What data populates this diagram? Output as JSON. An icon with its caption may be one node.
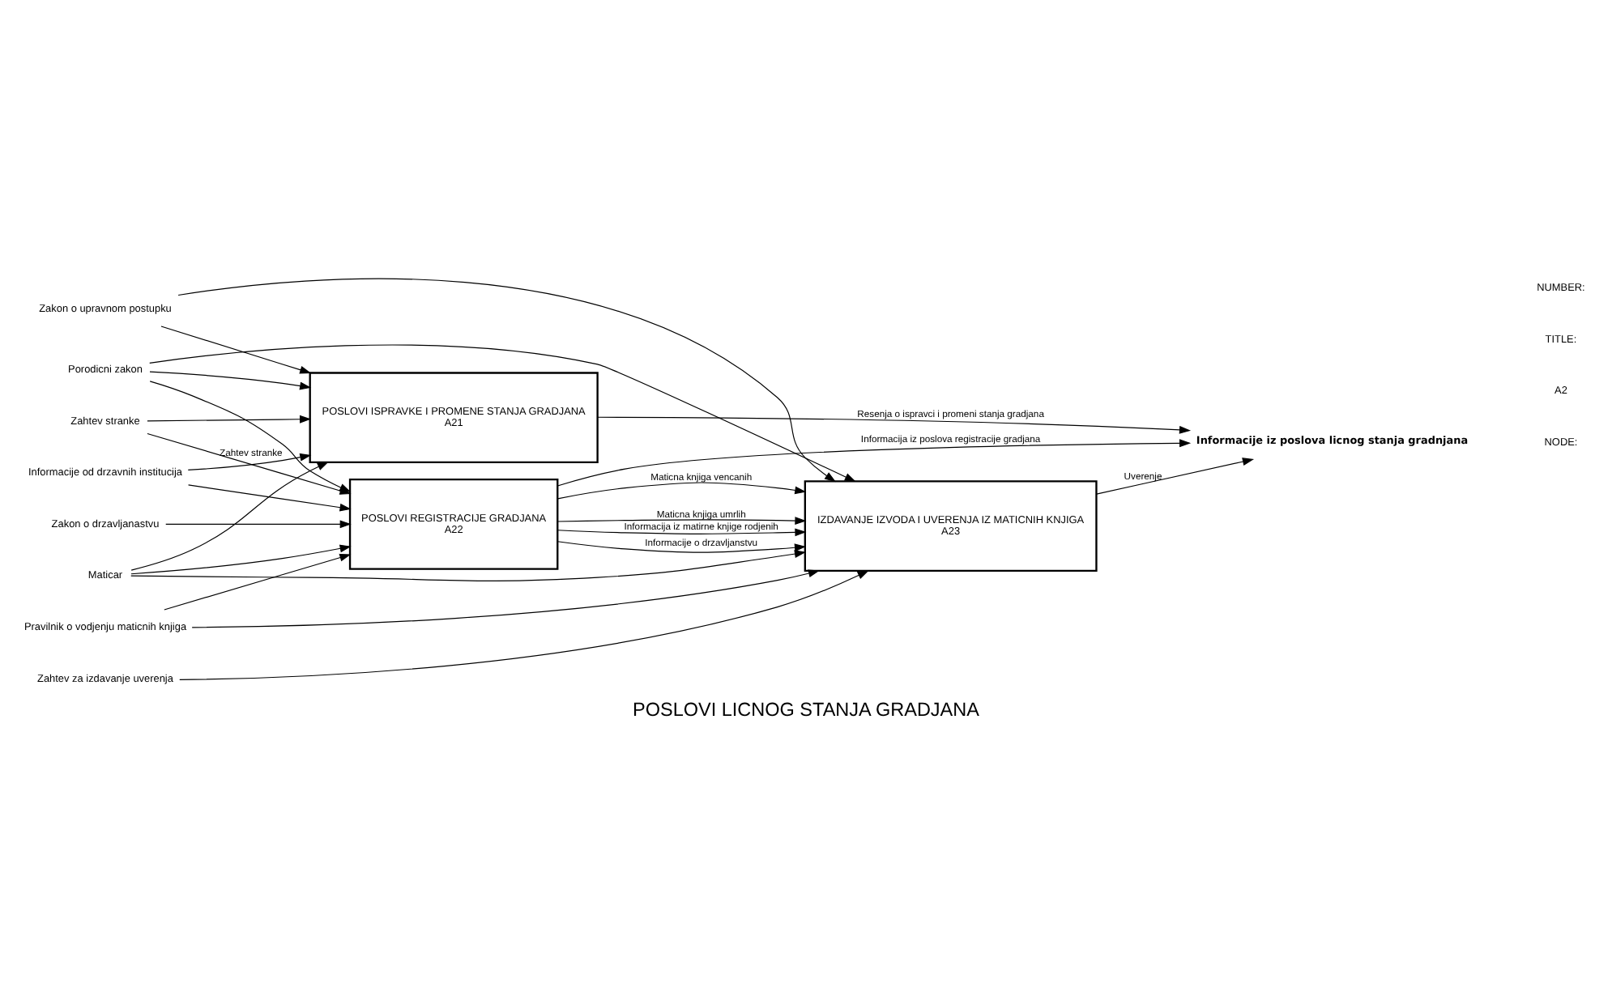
{
  "diagram": {
    "title": "POSLOVI LICNOG STANJA GRADJANA",
    "nodes": [
      {
        "text": [
          "POSLOVI ISPRAVKE I PROMENE STANJA GRADJANA",
          "A21"
        ]
      },
      {
        "text": [
          "POSLOVI REGISTRACIJE GRADJANA",
          "A22"
        ]
      },
      {
        "text": [
          "IZDAVANJE IZVODA I UVERENJA IZ MATICNIH KNJIGA",
          "A23"
        ]
      },
      {
        "text": [
          "Zakon o upravnom postupku"
        ]
      },
      {
        "text": [
          "Porodicni zakon"
        ]
      },
      {
        "text": [
          "Zakon o drzavljanastvu"
        ]
      },
      {
        "text": [
          "Pravilnik o vodjenju maticnih knjiga"
        ]
      },
      {
        "text": [
          "Zahtev stranke"
        ]
      },
      {
        "text": [
          "Informacije od drzavnih institucija"
        ]
      },
      {
        "text": [
          "Zahtev za izdavanje uverenja"
        ]
      },
      {
        "text": [
          "Maticar"
        ]
      },
      {
        "text": [
          "Informacije iz poslova licnog stanja gradnjana"
        ]
      }
    ],
    "edges": [
      {
        "from": 3,
        "to": 0,
        "arrow": "to"
      },
      {
        "from": 3,
        "to": 2,
        "arrow": "to"
      },
      {
        "from": 4,
        "to": 0,
        "arrow": "to"
      },
      {
        "from": 4,
        "to": 1,
        "arrow": "to"
      },
      {
        "from": 4,
        "to": 2,
        "arrow": "to"
      },
      {
        "from": 5,
        "to": 1,
        "arrow": "to"
      },
      {
        "from": 6,
        "to": 1,
        "arrow": "to"
      },
      {
        "from": 6,
        "to": 2,
        "arrow": "to"
      },
      {
        "from": 7,
        "to": 0,
        "arrow": "to"
      },
      {
        "from": 7,
        "to": 1,
        "arrow": "to",
        "label": "Zahtev stranke"
      },
      {
        "from": 8,
        "to": 0,
        "arrow": "to"
      },
      {
        "from": 8,
        "to": 1,
        "arrow": "to"
      },
      {
        "from": 9,
        "to": 2,
        "arrow": "to"
      },
      {
        "from": 10,
        "to": 0,
        "arrow": "to"
      },
      {
        "from": 10,
        "to": 1,
        "arrow": "to"
      },
      {
        "from": 10,
        "to": 2,
        "arrow": "to"
      },
      {
        "from": 0,
        "to": 11,
        "arrow": "to",
        "label": "Resenja o ispravci i promeni stanja gradjana"
      },
      {
        "from": 1,
        "to": 11,
        "arrow": "to",
        "label": "Informacija iz poslova registracije gradjana"
      },
      {
        "from": 1,
        "to": 2,
        "arrow": "to",
        "label": "Maticna knjiga vencanih"
      },
      {
        "from": 1,
        "to": 2,
        "arrow": "to",
        "label": "Maticna knjiga umrlih"
      },
      {
        "from": 1,
        "to": 2,
        "arrow": "to",
        "label": "Informacija iz matirne knjige rodjenih"
      },
      {
        "from": 1,
        "to": 2,
        "arrow": "to",
        "label": "Informacije o drzavljanstvu"
      },
      {
        "from": 2,
        "to": 11,
        "arrow": "to",
        "label": "Uverenje"
      }
    ],
    "labels": [
      "NODE:",
      "A2",
      "TITLE:",
      "NUMBER:"
    ]
  }
}
